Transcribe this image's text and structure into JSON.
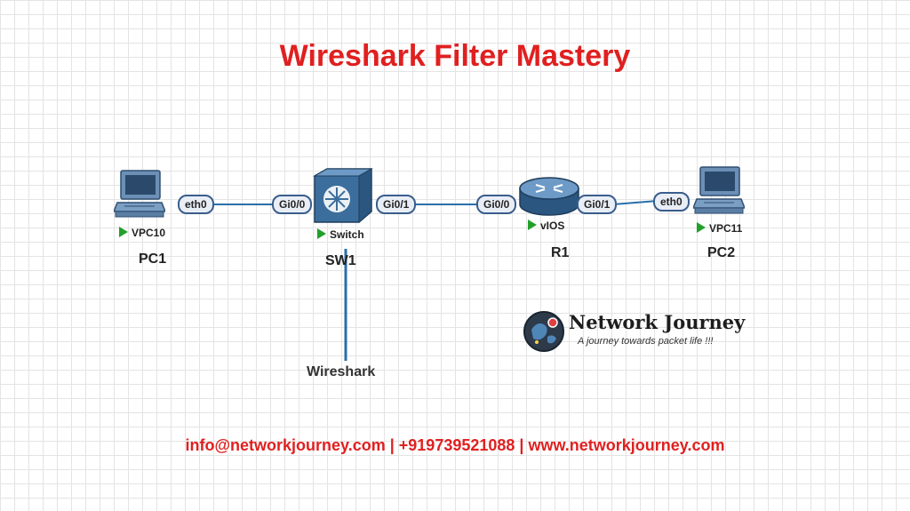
{
  "title": "Wireshark Filter Mastery",
  "nodes": {
    "pc1": {
      "type": "VPC10",
      "name": "PC1",
      "port": "eth0"
    },
    "sw1": {
      "type": "Switch",
      "name": "SW1",
      "port_left": "Gi0/0",
      "port_right": "Gi0/1"
    },
    "r1": {
      "type": "vIOS",
      "name": "R1",
      "port_left": "Gi0/0",
      "port_right": "Gi0/1"
    },
    "pc2": {
      "type": "VPC11",
      "name": "PC2",
      "port": "eth0"
    }
  },
  "capture_label": "Wireshark",
  "brand": {
    "name": "Network Journey",
    "tagline": "A journey towards packet life !!!"
  },
  "footer": "info@networkjourney.com | +919739521088 | www.networkjourney.com",
  "colors": {
    "title": "#e02020",
    "link": "#2a6fa8",
    "running": "#22a02a",
    "device": "#3b6e9c"
  }
}
